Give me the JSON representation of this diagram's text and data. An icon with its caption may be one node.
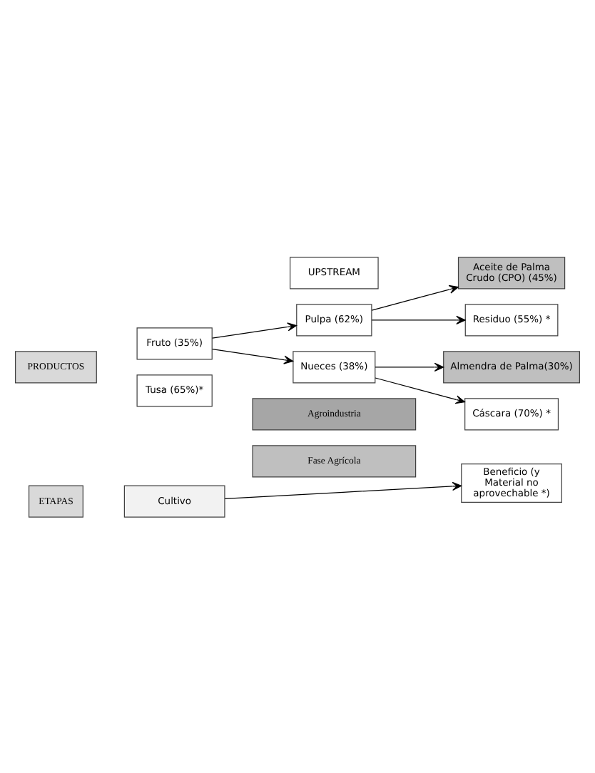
{
  "diagram": {
    "nodes": [
      {
        "text": [
          "Agroindustria"
        ]
      },
      {
        "text": [
          "Fase Agrícola"
        ]
      },
      {
        "text": [
          "ETAPAS"
        ]
      },
      {
        "text": [
          "Cultivo"
        ]
      },
      {
        "text": [
          "Beneficio (y Material no aprovechable *)"
        ]
      },
      {
        "text": [
          "PRODUCTOS"
        ]
      },
      {
        "text": [
          "Pulpa (62%)"
        ]
      },
      {
        "text": [
          "Aceite de Palma Crudo (CPO) (45%)"
        ]
      },
      {
        "text": [
          "Residuo (55%) *"
        ]
      },
      {
        "text": [
          "Fruto (35%)"
        ]
      },
      {
        "text": [
          "Almendra de Palma(30%)"
        ]
      },
      {
        "text": [
          "Nueces (38%)"
        ]
      },
      {
        "text": [
          "Cáscara (70%) *"
        ]
      },
      {
        "text": [
          "Tusa (65%)*"
        ]
      },
      {
        "text": [
          "UPSTREAM"
        ]
      }
    ],
    "edges": [
      {
        "from": 3,
        "to": 4,
        "arrow": "to"
      },
      {
        "from": 9,
        "to": 6,
        "arrow": "to"
      },
      {
        "from": 9,
        "to": 11,
        "arrow": "to"
      },
      {
        "from": 6,
        "to": 7,
        "arrow": "to"
      },
      {
        "from": 6,
        "to": 8,
        "arrow": "to"
      },
      {
        "from": 11,
        "to": 10,
        "arrow": "to"
      },
      {
        "from": 11,
        "to": 12,
        "arrow": "to"
      }
    ]
  }
}
